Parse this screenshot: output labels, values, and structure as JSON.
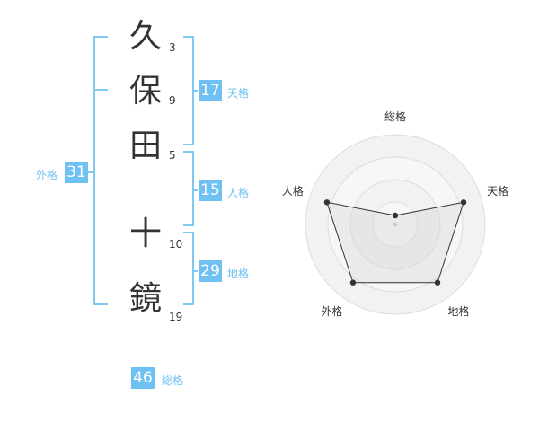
{
  "name": {
    "chars": [
      {
        "char": "久",
        "strokes": "3"
      },
      {
        "char": "保",
        "strokes": "9"
      },
      {
        "char": "田",
        "strokes": "5"
      },
      {
        "char": "十",
        "strokes": "10"
      },
      {
        "char": "鏡",
        "strokes": "19"
      }
    ]
  },
  "kakusu": {
    "tenkaku": {
      "value": "17",
      "label": "天格"
    },
    "jinkaku": {
      "value": "15",
      "label": "人格"
    },
    "chikaku": {
      "value": "29",
      "label": "地格"
    },
    "gaikaku": {
      "value": "31",
      "label": "外格"
    },
    "soukaku": {
      "value": "46",
      "label": "総格"
    }
  },
  "colors": {
    "accent": "#6ec1f2",
    "text": "#333333"
  },
  "chart_data": {
    "type": "radar",
    "axes": [
      "総格",
      "天格",
      "地格",
      "外格",
      "人格"
    ],
    "values": [
      0.1,
      0.8,
      0.8,
      0.8,
      0.8
    ],
    "max": 1,
    "rings": 4
  }
}
